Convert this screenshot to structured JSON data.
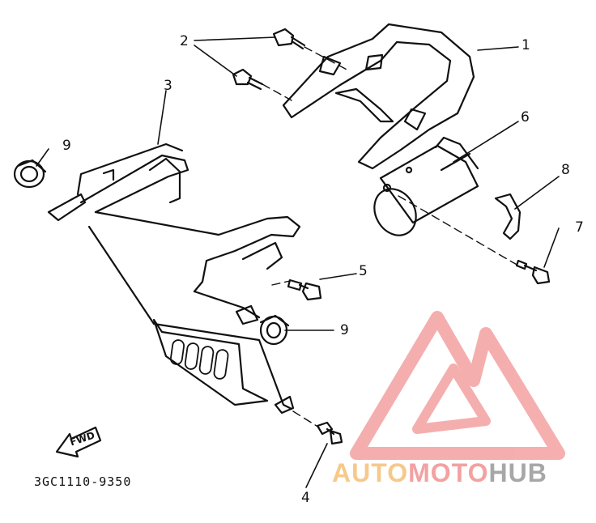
{
  "callouts": {
    "c1": "1",
    "c2": "2",
    "c3": "3",
    "c4": "4",
    "c5": "5",
    "c6": "6",
    "c7": "7",
    "c8": "8",
    "c9a": "9",
    "c9b": "9"
  },
  "fwd": "FWD",
  "diagram_code": "3GC1110-9350",
  "watermark": {
    "part1": "AUTO",
    "part2": "MOTO",
    "part3": "HUB"
  },
  "colors": {
    "ink": "#111111",
    "watermark_red": "#f08a8a",
    "watermark_orange": "#f6c98b",
    "watermark_gray": "#a7a7a7"
  }
}
